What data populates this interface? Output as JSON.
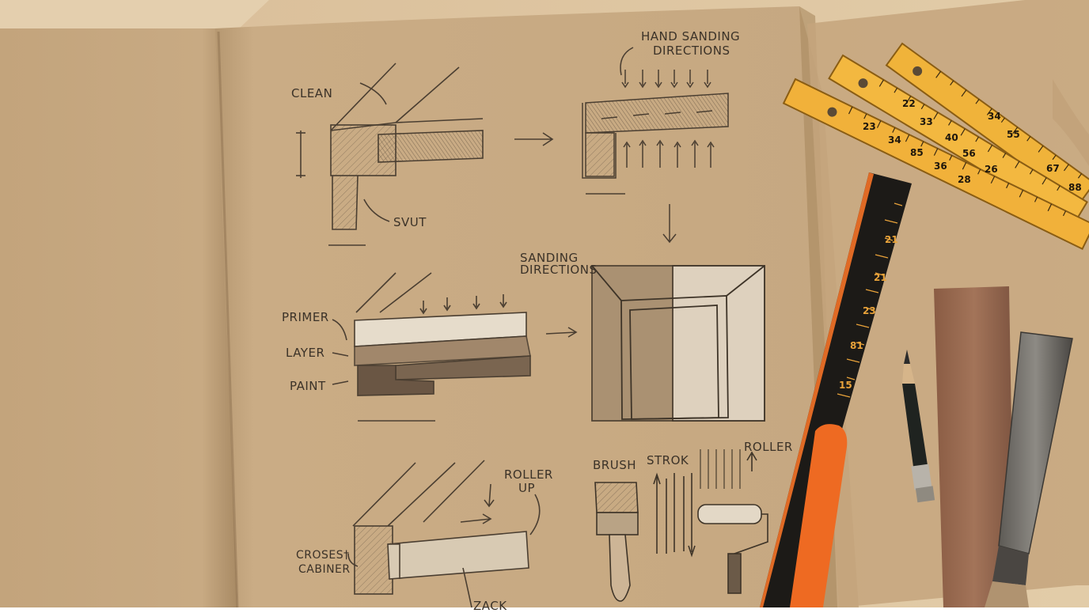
{
  "scene": "Top-down photo of an open kraft-paper sketchbook with pencil drawings of wood joints and finishing steps, beside folding rulers, a black steel ruler with an orange handle, a pencil, a sanding strip and a chisel on a wooden table.",
  "annotations": {
    "clean": "CLEAN",
    "hand_sanding_1": "HAND SANDING",
    "hand_sanding_2": "DIRECTIONS",
    "svut": "SVUT",
    "sanding_1": "SANDING",
    "sanding_2": "DIRECTIONS",
    "primer": "PRIMER",
    "layer": "LAYER",
    "paint": "PAINT",
    "roller_up_1": "ROLLER",
    "roller_up_2": "UP",
    "brush": "BRUSH",
    "strok": "STROK",
    "roller": "ROLLER",
    "crosest": "CROSES†",
    "cabiner": "CABINER",
    "zack": "ZACK"
  },
  "ruler_marks": {
    "folding_ruler_a": [
      "34",
      "55",
      "67",
      "88"
    ],
    "folding_ruler_b": [
      "22",
      "33",
      "40",
      "56",
      "26"
    ],
    "folding_ruler_c": [
      "23",
      "34",
      "85",
      "36",
      "28"
    ],
    "steel_ruler": [
      "21",
      "21",
      "23",
      "81",
      "15"
    ]
  },
  "colors": {
    "paper": "#c9ab84",
    "table": "#dcc3a0",
    "pencil": "#3b3228",
    "folding_ruler": "#f0b33a",
    "steel_ruler": "#1c1a17",
    "handle": "#ee6a22"
  }
}
